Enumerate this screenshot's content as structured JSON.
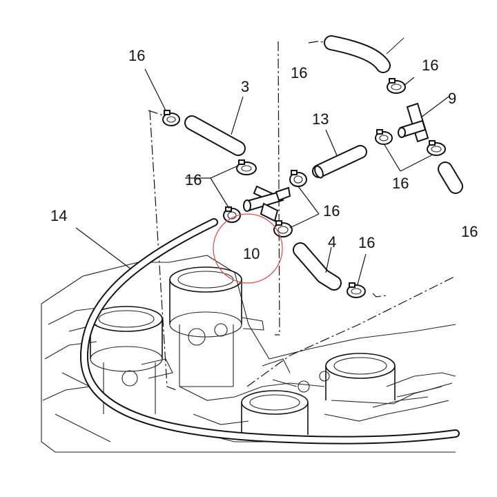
{
  "diagram": {
    "highlight_color": "#d9534f",
    "line_color": "#111111",
    "callouts": {
      "c16_top_left": "16",
      "c3": "3",
      "c16_upper_mid": "16",
      "c16_upper_right": "16",
      "c9": "9",
      "c13": "13",
      "c16_left_pair": "16",
      "c16_right_pair": "16",
      "c16_far_right_pair": "16",
      "c14": "14",
      "c10": "10",
      "c4": "4",
      "c16_lower_right": "16",
      "c16_edge": "16"
    }
  }
}
